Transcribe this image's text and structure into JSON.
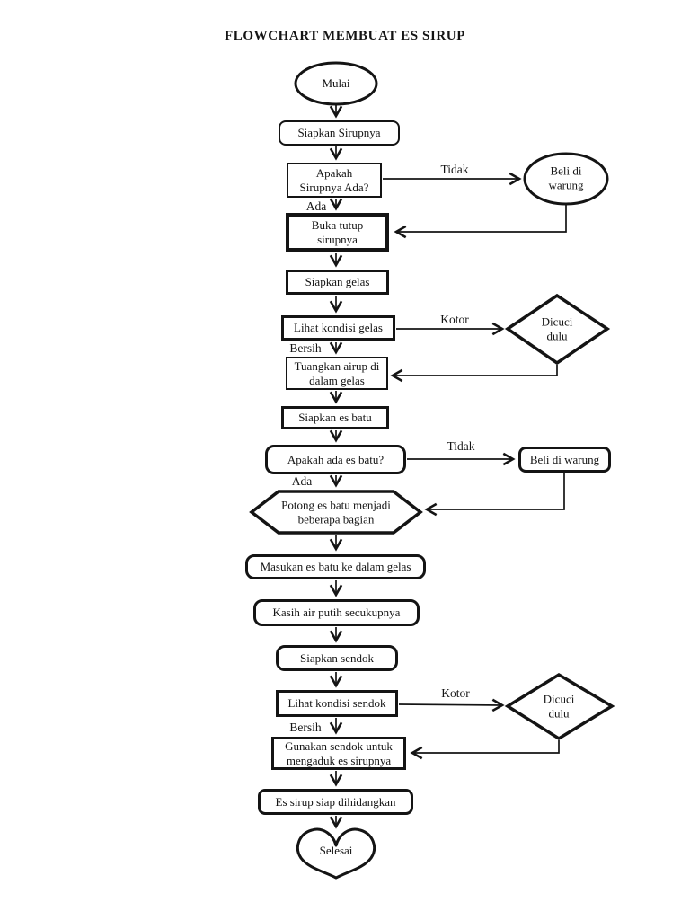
{
  "title": "FLOWCHART MEMBUAT ES SIRUP",
  "nodes": {
    "mulai": "Mulai",
    "siapkan_sirupnya": "Siapkan Sirupnya",
    "apakah_sirupnya_ada": "Apakah Sirupnya Ada?",
    "beli_di_warung_1": "Beli di warung",
    "buka_tutup_sirupnya": "Buka tutup sirupnya",
    "siapkan_gelas": "Siapkan gelas",
    "lihat_kondisi_gelas": "Lihat kondisi gelas",
    "dicuci_dulu_1": "Dicuci dulu",
    "tuangkan_airup": "Tuangkan airup di dalam gelas",
    "siapkan_es_batu": "Siapkan es batu",
    "apakah_ada_es_batu": "Apakah ada es batu?",
    "beli_di_warung_2": "Beli di warung",
    "potong_es_batu": "Potong es batu menjadi beberapa bagian",
    "masukan_es_batu": "Masukan es batu ke dalam gelas",
    "kasih_air_putih": "Kasih air putih secukupnya",
    "siapkan_sendok": "Siapkan sendok",
    "lihat_kondisi_sendok": "Lihat kondisi sendok",
    "dicuci_dulu_2": "Dicuci dulu",
    "gunakan_sendok": "Gunakan sendok untuk mengaduk es sirupnya",
    "es_sirup_siap": "Es sirup siap dihidangkan",
    "selesai": "Selesai"
  },
  "edge_labels": {
    "tidak_1": "Tidak",
    "ada_1": "Ada",
    "kotor_1": "Kotor",
    "bersih_1": "Bersih",
    "tidak_2": "Tidak",
    "ada_2": "Ada",
    "kotor_2": "Kotor",
    "bersih_2": "Bersih"
  },
  "colors": {
    "ink": "#141414",
    "background": "#ffffff"
  }
}
